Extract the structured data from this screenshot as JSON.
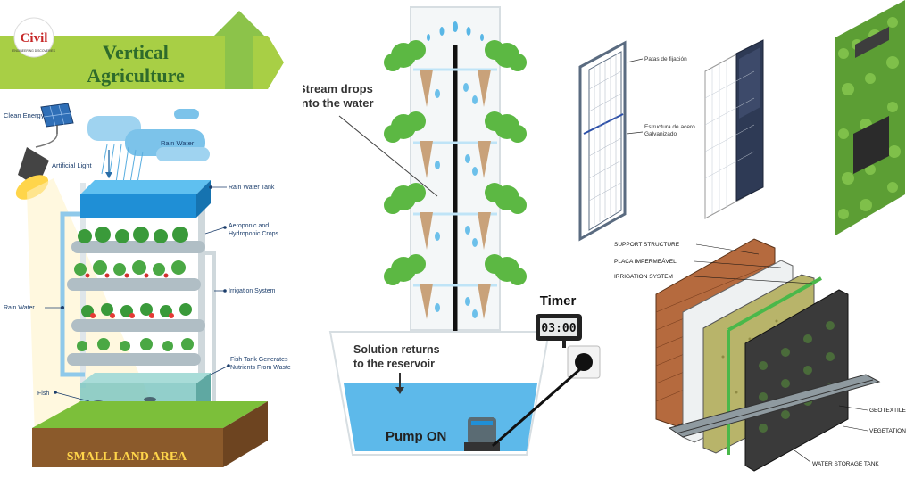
{
  "logo": {
    "brand": "Civil",
    "sub": "ENGINEERING DISCOVERIES"
  },
  "panel1": {
    "title_line1": "Vertical",
    "title_line2": "Agriculture",
    "clean_energy": "Clean Energy",
    "rain_water_cloud": "Rain Water",
    "artificial_light": "Artificial Light",
    "rain_water_tank": "Rain Water Tank",
    "aeroponic_1": "Aeroponic and",
    "aeroponic_2": "Hydroponic Crops",
    "irrigation_system": "Irrigation System",
    "rain_water_side": "Rain Water",
    "fish_tank_1": "Fish Tank Generates",
    "fish_tank_2": "Nutrients From Waste",
    "fish": "Fish",
    "small_land_area": "SMALL LAND AREA"
  },
  "panel2": {
    "stream_1": "Stream drops",
    "stream_2": "into the water",
    "timer": "Timer",
    "timer_display": "03:00",
    "solution_1": "Solution returns",
    "solution_2": "to the reservoir",
    "pump": "Pump ON"
  },
  "panel3": {
    "patas": "Patas de fijación",
    "estructura_1": "Estructura de acero",
    "estructura_2": "Galvanizado",
    "support": "SUPPORT STRUCTURE",
    "placa": "PLACA IMPERMEÁVEL",
    "irrigation": "IRRIGATION SYSTEM",
    "geotextile": "GEOTEXTILE",
    "vegetation": "VEGETATION",
    "water_tank": "WATER STORAGE TANK"
  },
  "colors": {
    "green_banner": "#a8cf45",
    "title_green": "#2e6b2b",
    "water_blue": "#4fb3e8",
    "tank_blue": "#1f8fd6",
    "soil_brown": "#8b5a2b",
    "brick": "#b56a3e",
    "timer_dark": "#222222"
  }
}
